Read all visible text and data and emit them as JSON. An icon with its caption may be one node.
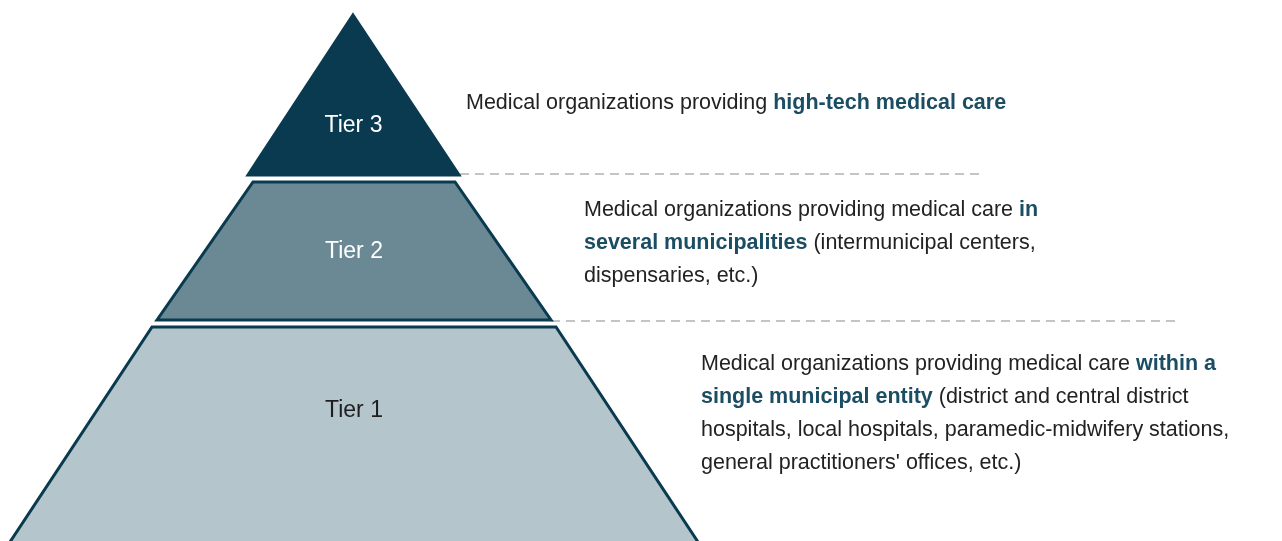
{
  "diagram": {
    "nodes": [
      {
        "text": [
          "Tier 3"
        ],
        "beside": [
          "Medical organizations providing **high-tech medical care**"
        ]
      },
      {
        "text": [
          "Tier 2"
        ],
        "beside": [
          "Medical organizations providing medical care **in several municipalities** (intermunicipal centers, dispensaries, etc.)"
        ]
      },
      {
        "text": [
          "Tier 1"
        ],
        "beside": [
          "Medical organizations providing medical care **within a single municipal entity** (district and central district hospitals, local hospitals, paramedic-midwifery stations, general practitioners' offices, etc.)"
        ]
      }
    ]
  }
}
